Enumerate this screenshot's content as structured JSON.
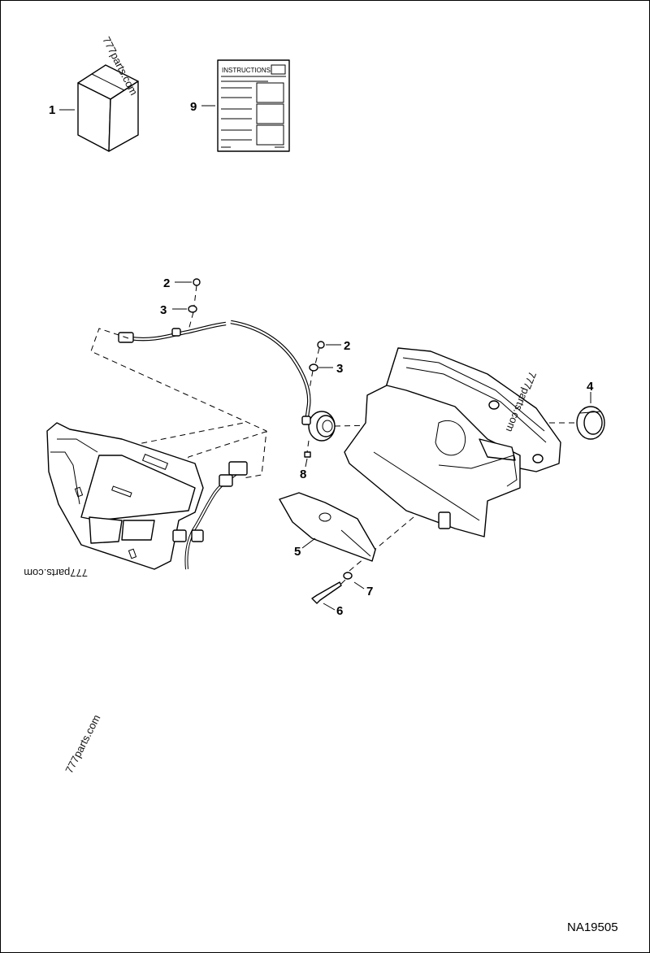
{
  "document_id": "NA19505",
  "watermark_text": "777parts.com",
  "instructions_sheet_title": "INSTRUCTIONS",
  "callouts": {
    "c1": "1",
    "c9": "9",
    "c2a": "2",
    "c3a": "3",
    "c2b": "2",
    "c3b": "3",
    "c4": "4",
    "c5": "5",
    "c6": "6",
    "c7": "7",
    "c8": "8"
  }
}
